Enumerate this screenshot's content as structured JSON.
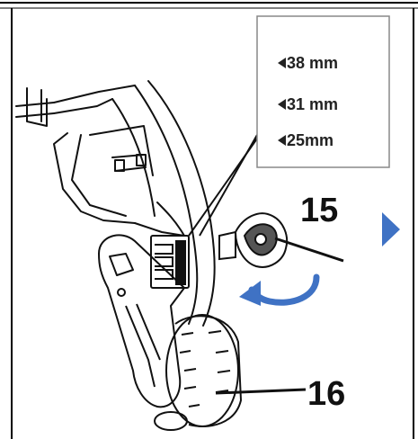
{
  "depth_settings": [
    "38 mm",
    "31 mm",
    "25mm"
  ],
  "callouts": {
    "knob": "15",
    "wheel": "16"
  },
  "icons": {
    "direction_arrow": "right-arrow-icon",
    "rotation_arrow": "rotate-counterclockwise-arrow-icon"
  },
  "colors": {
    "accent": "#3f72c4",
    "line": "#111111",
    "background": "#ffffff"
  }
}
